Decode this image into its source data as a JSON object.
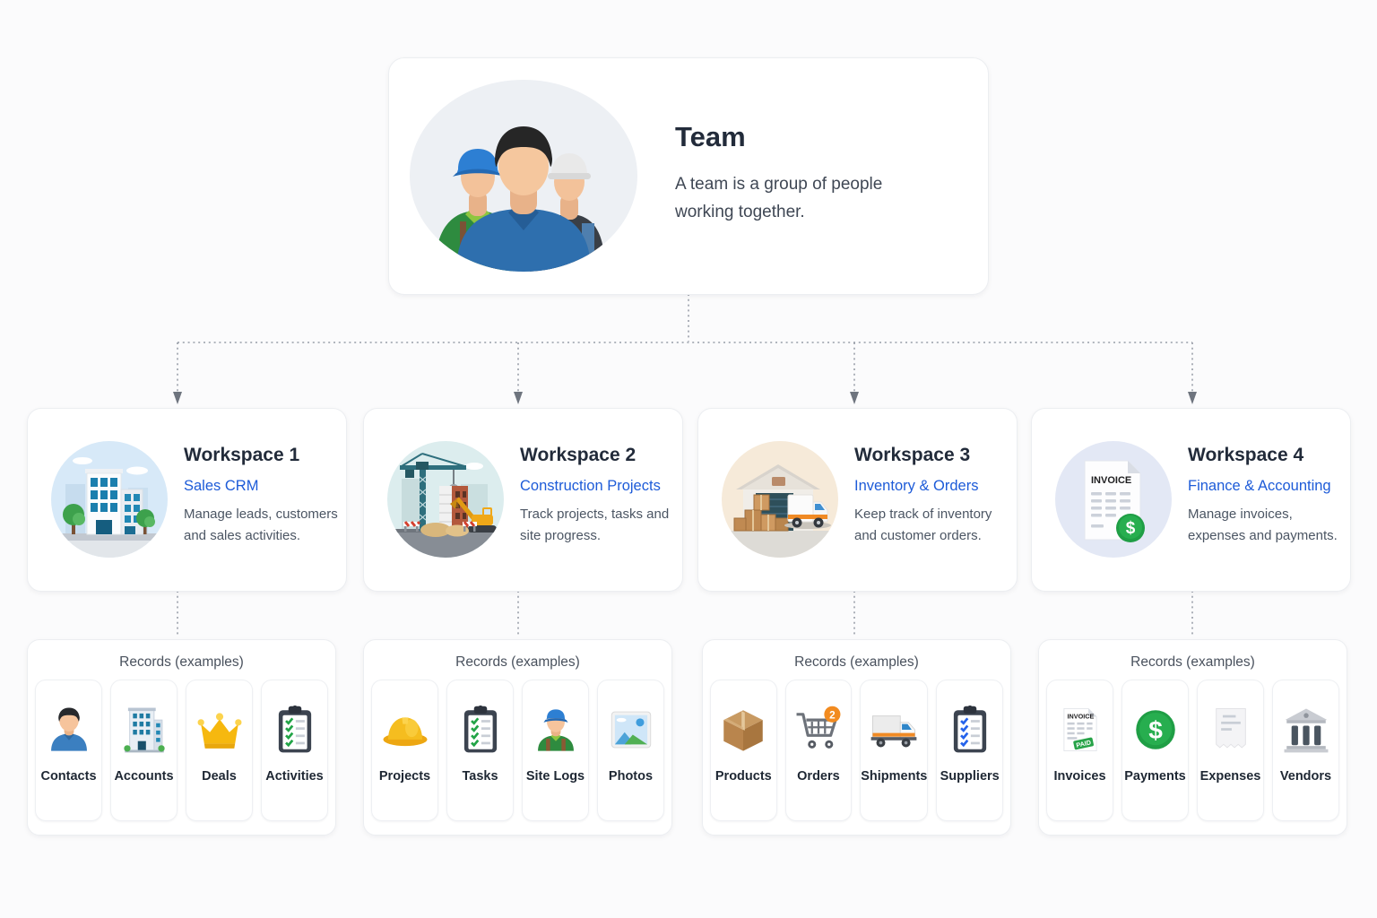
{
  "team": {
    "title": "Team",
    "description": "A team is a group of people working together.",
    "illustration": "team-people"
  },
  "workspaces": [
    {
      "title": "Workspace 1",
      "subtitle": "Sales CRM",
      "description": "Manage leads, customers and sales activities.",
      "illustration": "office-building"
    },
    {
      "title": "Workspace 2",
      "subtitle": "Construction Projects",
      "description": "Track projects, tasks and site progress.",
      "illustration": "construction-site"
    },
    {
      "title": "Workspace 3",
      "subtitle": "Inventory & Orders",
      "description": "Keep track of inventory and customer orders.",
      "illustration": "warehouse-delivery"
    },
    {
      "title": "Workspace 4",
      "subtitle": "Finance & Accounting",
      "description": "Manage invoices, expenses and payments.",
      "illustration": "invoice-dollar"
    }
  ],
  "records_header": "Records (examples)",
  "records": [
    {
      "items": [
        {
          "label": "Contacts",
          "icon": "person-icon"
        },
        {
          "label": "Accounts",
          "icon": "office-building-icon"
        },
        {
          "label": "Deals",
          "icon": "crown-icon"
        },
        {
          "label": "Activities",
          "icon": "clipboard-checklist-icon"
        }
      ]
    },
    {
      "items": [
        {
          "label": "Projects",
          "icon": "hard-hat-icon"
        },
        {
          "label": "Tasks",
          "icon": "clipboard-checklist-icon"
        },
        {
          "label": "Site Logs",
          "icon": "worker-icon"
        },
        {
          "label": "Photos",
          "icon": "photo-icon"
        }
      ]
    },
    {
      "items": [
        {
          "label": "Products",
          "icon": "box-icon"
        },
        {
          "label": "Orders",
          "icon": "shopping-cart-badge-icon"
        },
        {
          "label": "Shipments",
          "icon": "delivery-truck-icon"
        },
        {
          "label": "Suppliers",
          "icon": "clipboard-checklist-icon"
        }
      ]
    },
    {
      "items": [
        {
          "label": "Invoices",
          "icon": "invoice-paid-icon"
        },
        {
          "label": "Payments",
          "icon": "dollar-circle-icon"
        },
        {
          "label": "Expenses",
          "icon": "receipt-icon"
        },
        {
          "label": "Vendors",
          "icon": "bank-icon"
        }
      ]
    }
  ],
  "icon_text": {
    "invoice": "INVOICE",
    "paid": "PAID",
    "orders_badge": "2",
    "dollar": "$"
  },
  "colors": {
    "accent_blue": "#1d5bd8",
    "title": "#222b3a",
    "body_text": "#4b5563",
    "connector": "#989ea8",
    "card_border": "#eceef1",
    "background": "#fbfbfc"
  }
}
